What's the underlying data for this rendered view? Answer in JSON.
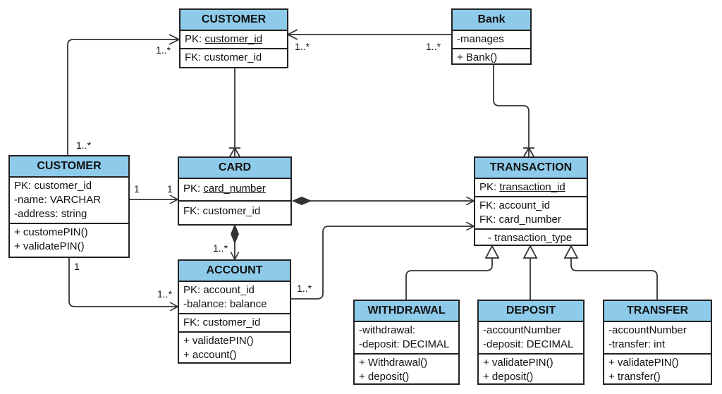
{
  "classes": {
    "customer_top": {
      "name": "CUSTOMER",
      "pk": {
        "prefix": "PK: ",
        "field": "customer_id"
      },
      "fk": "FK: customer_id"
    },
    "bank": {
      "name": "Bank",
      "attrs": [
        "-manages"
      ],
      "methods": [
        "+ Bank()"
      ]
    },
    "customer_left": {
      "name": "CUSTOMER",
      "attrs": [
        "PK: customer_id",
        "-name: VARCHAR",
        "-address: string"
      ],
      "methods": [
        "+ customePIN()",
        "+ validatePIN()"
      ]
    },
    "card": {
      "name": "CARD",
      "pk": {
        "prefix": "PK: ",
        "field": "card_number"
      },
      "fk": "FK: customer_id"
    },
    "transaction": {
      "name": "TRANSACTION",
      "pk": {
        "prefix": "PK: ",
        "field": "transaction_id"
      },
      "fks": [
        "FK: account_id",
        "FK: card_number"
      ],
      "attr": "- transaction_type"
    },
    "account": {
      "name": "ACCOUNT",
      "attrs": [
        "PK: account_id",
        "-balance: balance"
      ],
      "fk": "FK: customer_id",
      "methods": [
        "+ validatePIN()",
        "+ account()"
      ]
    },
    "withdrawal": {
      "name": "WITHDRAWAL",
      "attrs": [
        "-withdrawal:",
        "-deposit: DECIMAL"
      ],
      "methods": [
        "+ Withdrawal()",
        "+ deposit()"
      ]
    },
    "deposit": {
      "name": "DEPOSIT",
      "attrs": [
        "-accountNumber",
        "-deposit: DECIMAL"
      ],
      "methods": [
        "+ validatePIN()",
        "+ deposit()"
      ]
    },
    "transfer": {
      "name": "TRANSFER",
      "attrs": [
        "-accountNumber",
        "-transfer: int"
      ],
      "methods": [
        "+ validatePIN()",
        "+ transfer()"
      ]
    }
  },
  "multiplicities": {
    "customer_top_left": "1..*",
    "customer_top_right": "1..*",
    "bank_left": "1..*",
    "customer_left_top": "1..*",
    "customer_card_left": "1",
    "customer_card_right": "1",
    "customer_left_bottom": "1",
    "account_left": "1..*",
    "account_top": "1..*",
    "account_right": "1..*"
  },
  "colors": {
    "header_fill": "#8ecbea",
    "line": "#333333",
    "border": "#222222"
  }
}
